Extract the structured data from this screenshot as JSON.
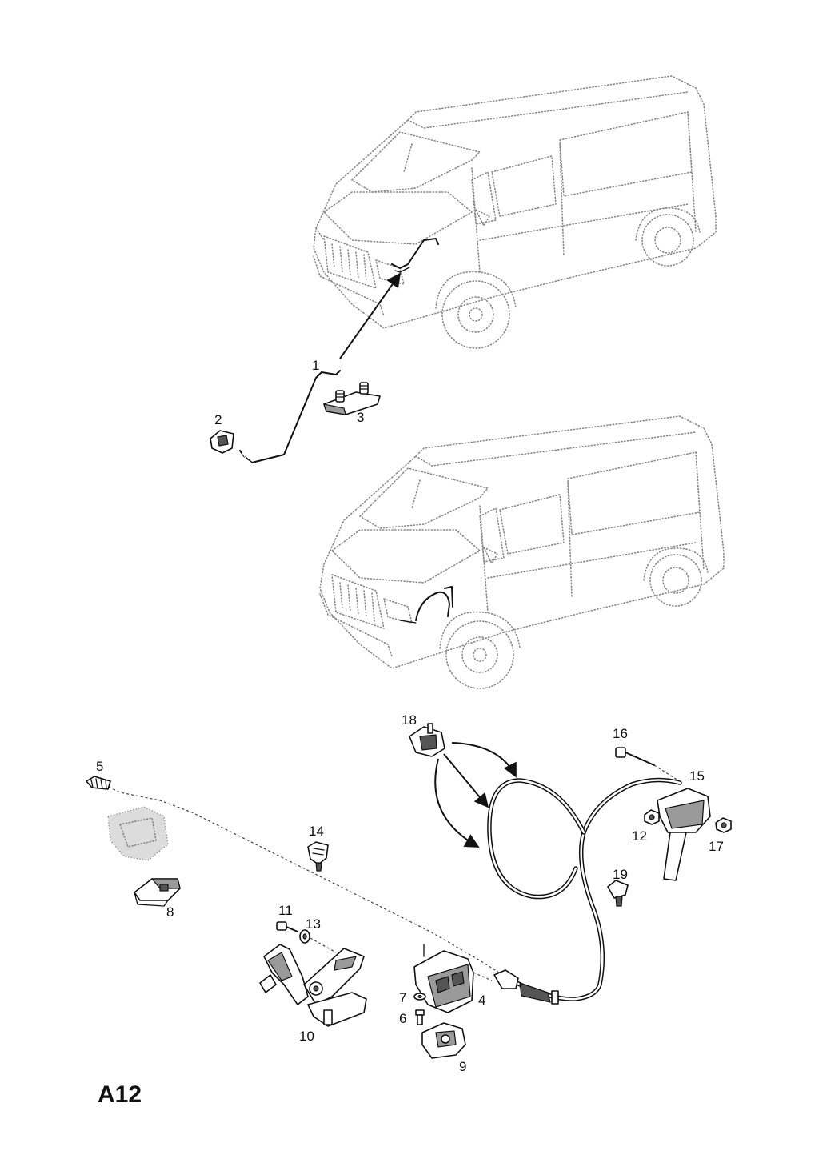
{
  "diagram": {
    "page_code": "A12",
    "callouts": {
      "p1": "1",
      "p2": "2",
      "p3": "3",
      "p4": "4",
      "p5": "5",
      "p6": "6",
      "p7": "7",
      "p8": "8",
      "p9": "9",
      "p10": "10",
      "p11": "11",
      "p12": "12",
      "p13": "13",
      "p14": "14",
      "p15": "15",
      "p16": "16",
      "p17": "17",
      "p18": "18",
      "p19": "19"
    }
  }
}
